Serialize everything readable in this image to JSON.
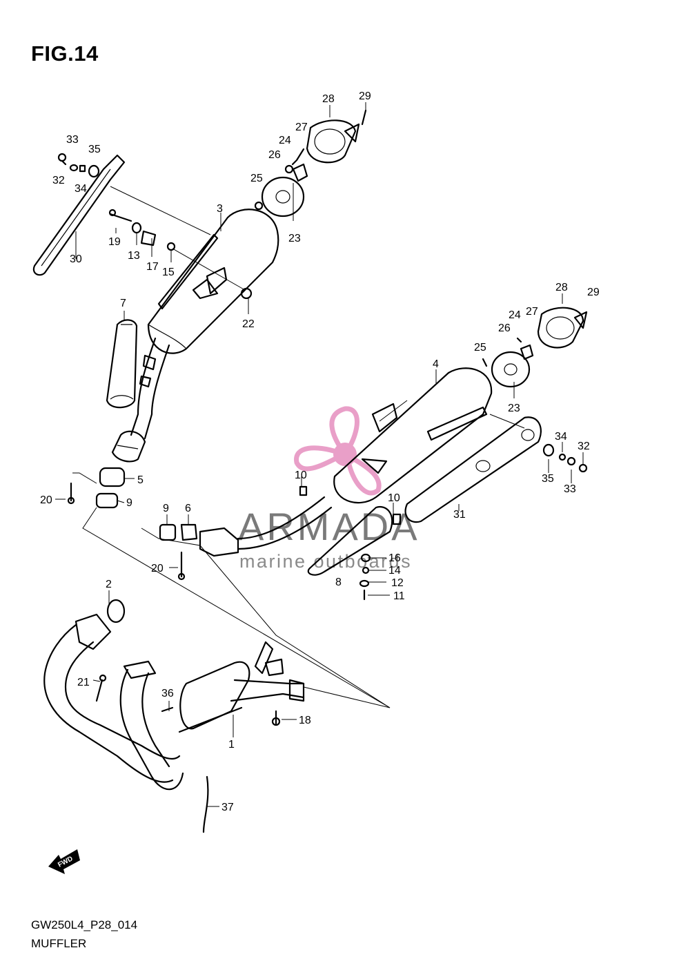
{
  "title": "FIG.14",
  "footer": {
    "code": "GW250L4_P28_014",
    "name": "MUFFLER"
  },
  "watermark": {
    "brand": "ARMADA",
    "tagline": "marine outboards",
    "color": "#e68fbf"
  },
  "direction_badge": "FWD",
  "callouts": [
    "1",
    "2",
    "3",
    "4",
    "5",
    "6",
    "7",
    "8",
    "9",
    "10",
    "11",
    "12",
    "13",
    "14",
    "15",
    "16",
    "17",
    "18",
    "19",
    "20",
    "21",
    "22",
    "23",
    "24",
    "25",
    "26",
    "27",
    "28",
    "29",
    "30",
    "31",
    "32",
    "33",
    "34",
    "35",
    "36",
    "37"
  ]
}
